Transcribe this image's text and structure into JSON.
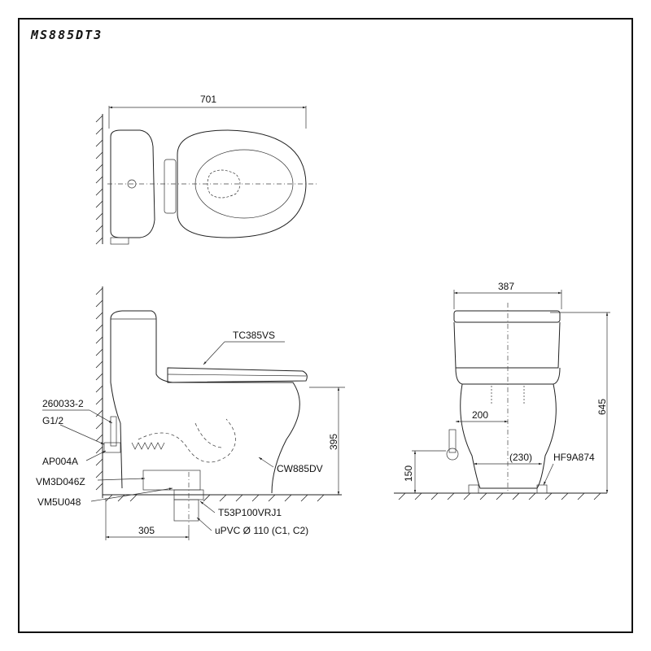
{
  "model": "MS885DT3",
  "top_view": {
    "width_dim": "701"
  },
  "side_view": {
    "seat_part": "TC385VS",
    "connector_part": "260033-2",
    "thread": "G1/2",
    "valve_part": "AP004A",
    "flush_part": "VM3D046Z",
    "mount_part": "VM5U048",
    "body_part": "CW885DV",
    "flange_part": "T53P100VRJ1",
    "pipe_spec": "uPVC Ø 110 (C1, C2)",
    "height_dim": "395",
    "depth_dim": "305"
  },
  "front_view": {
    "width_dim": "387",
    "height_dim": "645",
    "offset_dim": "200",
    "spacing_dim": "(230)",
    "inlet_height_dim": "150",
    "fitting_part": "HF9A874"
  }
}
